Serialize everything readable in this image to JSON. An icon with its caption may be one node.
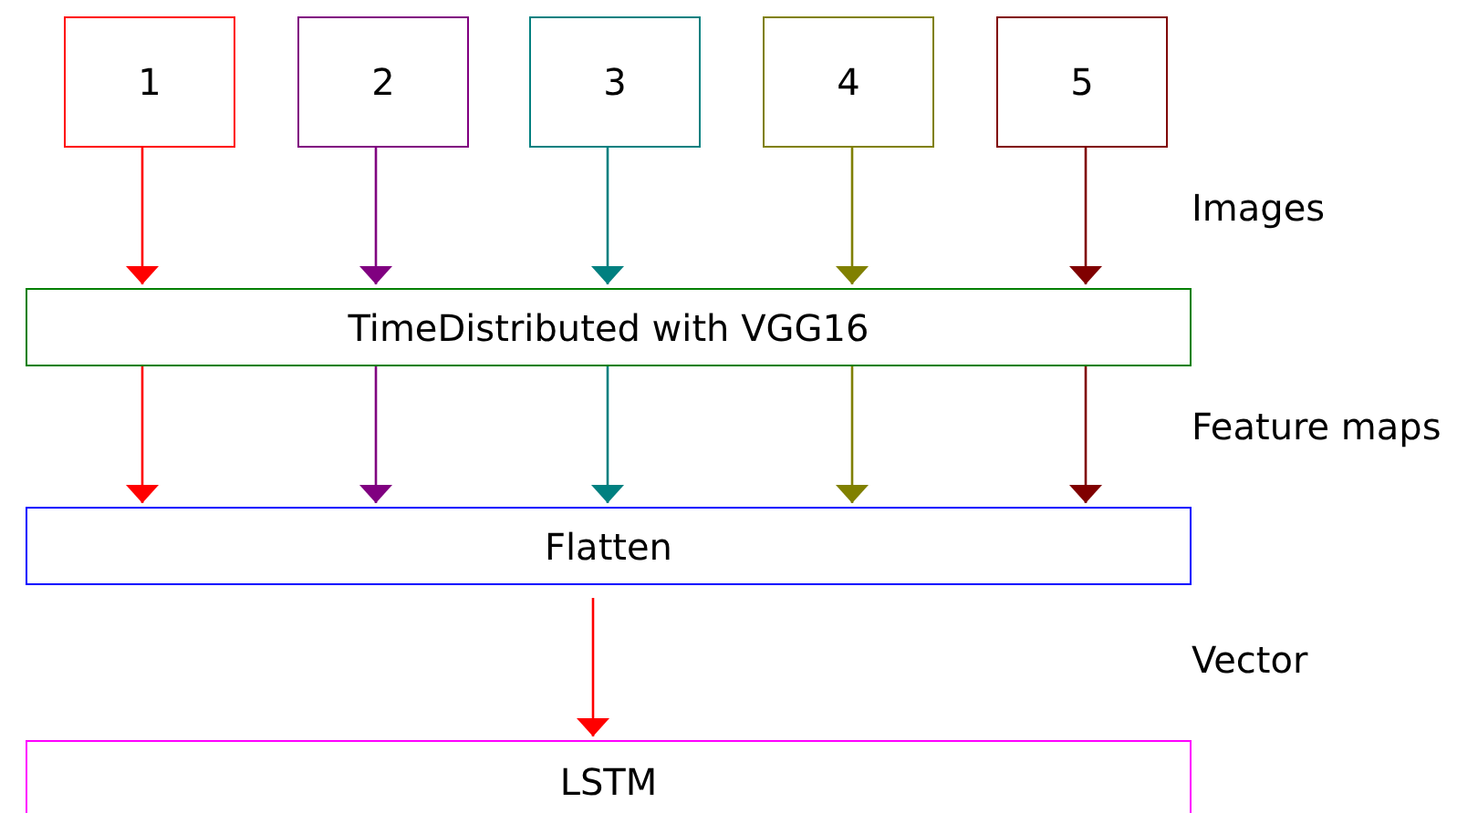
{
  "diagram": {
    "nodes": [
      {
        "text": [
          "1"
        ]
      },
      {
        "text": [
          "2"
        ]
      },
      {
        "text": [
          "3"
        ]
      },
      {
        "text": [
          "4"
        ]
      },
      {
        "text": [
          "5"
        ]
      },
      {
        "text": [
          "TimeDistributed with VGG16"
        ]
      },
      {
        "text": [
          "Flatten"
        ]
      },
      {
        "text": [
          "LSTM"
        ]
      }
    ],
    "edges": [
      {
        "from": 0,
        "to": 5,
        "arrow": "to",
        "color": "#ff0000"
      },
      {
        "from": 1,
        "to": 5,
        "arrow": "to",
        "color": "#800080"
      },
      {
        "from": 2,
        "to": 5,
        "arrow": "to",
        "color": "#008080"
      },
      {
        "from": 3,
        "to": 5,
        "arrow": "to",
        "color": "#808000"
      },
      {
        "from": 4,
        "to": 5,
        "arrow": "to",
        "color": "#800000"
      },
      {
        "from": 5,
        "to": 6,
        "arrow": "to",
        "color": "#ff0000"
      },
      {
        "from": 5,
        "to": 6,
        "arrow": "to",
        "color": "#800080"
      },
      {
        "from": 5,
        "to": 6,
        "arrow": "to",
        "color": "#008080"
      },
      {
        "from": 5,
        "to": 6,
        "arrow": "to",
        "color": "#808000"
      },
      {
        "from": 5,
        "to": 6,
        "arrow": "to",
        "color": "#800000"
      },
      {
        "from": 6,
        "to": 7,
        "arrow": "to",
        "color": "#ff0000"
      }
    ],
    "labels": [
      "Images",
      "Feature maps",
      "Vector"
    ]
  }
}
